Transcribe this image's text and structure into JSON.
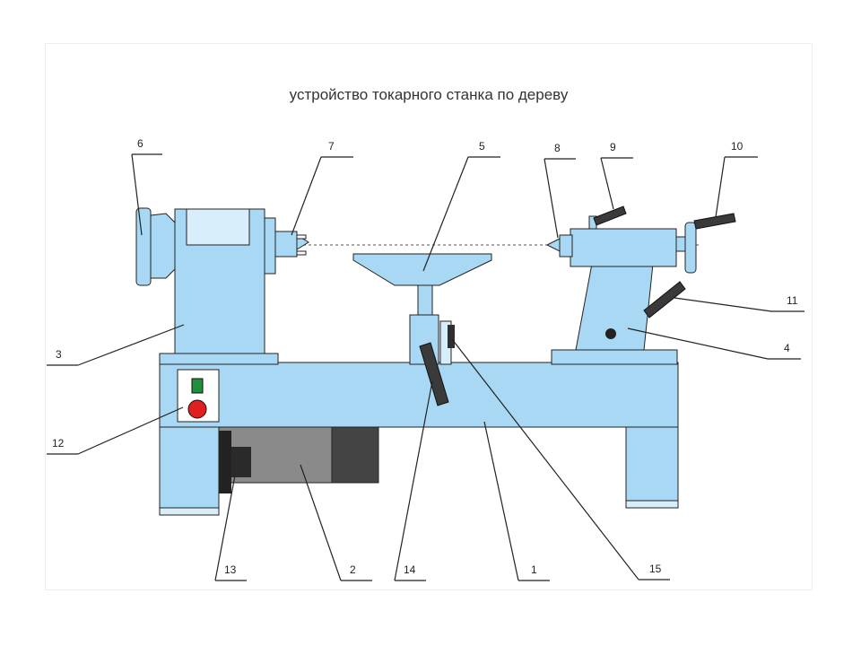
{
  "title": "устройство токарного станка по дереву",
  "labels": {
    "l1": "1",
    "l2": "2",
    "l3": "3",
    "l4": "4",
    "l5": "5",
    "l6": "6",
    "l7": "7",
    "l8": "8",
    "l9": "9",
    "l10": "10",
    "l11": "11",
    "l12": "12",
    "l13": "13",
    "l14": "14",
    "l15": "15"
  },
  "colors": {
    "machine": "#a9d8f5",
    "motor": "#8a8a8a",
    "switch_green": "#1f8f3a",
    "switch_red": "#e02020",
    "handle": "#3a3a3a"
  }
}
